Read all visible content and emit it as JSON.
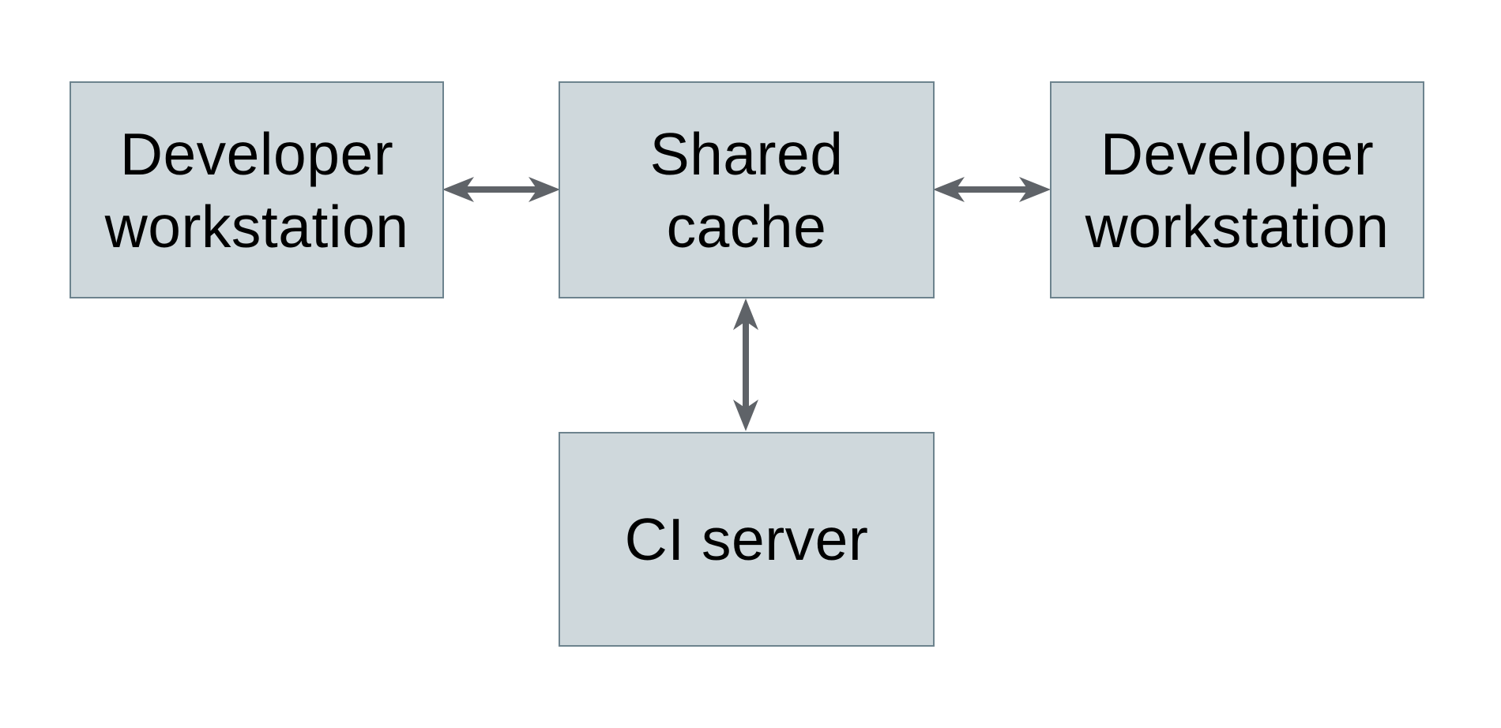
{
  "diagram": {
    "colors": {
      "background": "#ffffff",
      "node_fill": "#cfd8dc",
      "node_border": "#6d838e",
      "arrow": "#5f6368",
      "text": "#000000"
    },
    "nodes": [
      {
        "id": "developer-workstation-left",
        "label": "Developer workstation",
        "lines": [
          "Developer",
          "workstation"
        ]
      },
      {
        "id": "shared-cache",
        "label": "Shared cache",
        "lines": [
          "Shared",
          "cache"
        ]
      },
      {
        "id": "developer-workstation-right",
        "label": "Developer workstation",
        "lines": [
          "Developer",
          "workstation"
        ]
      },
      {
        "id": "ci-server",
        "label": "CI server",
        "lines": [
          "CI server"
        ]
      }
    ],
    "edges": [
      {
        "from": "developer-workstation-left",
        "to": "shared-cache",
        "type": "bidirectional",
        "orientation": "horizontal"
      },
      {
        "from": "shared-cache",
        "to": "developer-workstation-right",
        "type": "bidirectional",
        "orientation": "horizontal"
      },
      {
        "from": "shared-cache",
        "to": "ci-server",
        "type": "bidirectional",
        "orientation": "vertical"
      }
    ]
  }
}
